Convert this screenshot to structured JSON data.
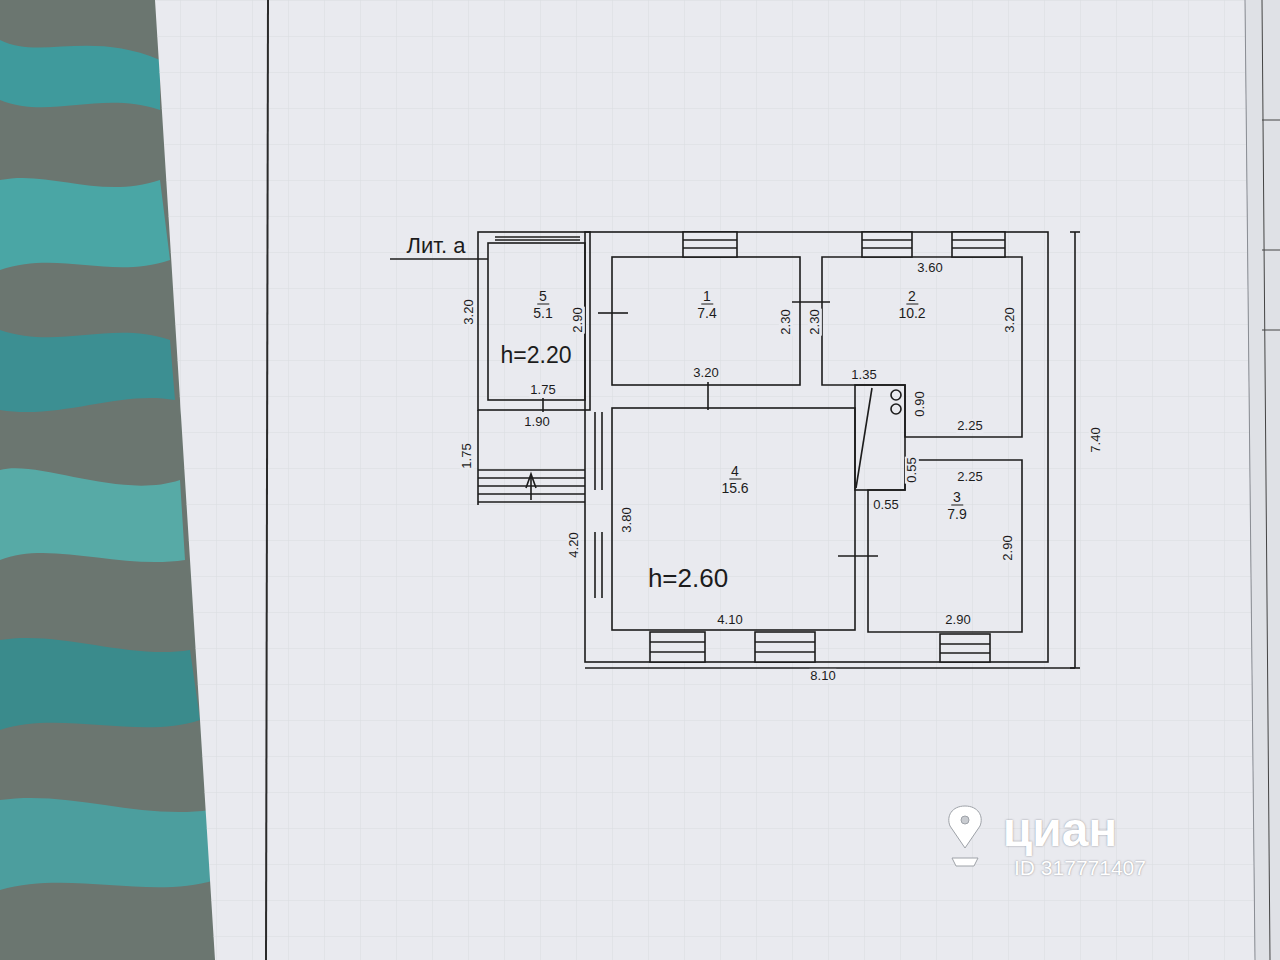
{
  "diagram": {
    "nodes": [
      {
        "text": [
          "5",
          "5.1"
        ]
      },
      {
        "text": [
          "1",
          "7.4"
        ]
      },
      {
        "text": [
          "2",
          "10.2"
        ]
      },
      {
        "text": [
          "4",
          "15.6"
        ]
      },
      {
        "text": [
          "3",
          "7.9"
        ]
      }
    ],
    "labels": [
      "Лит. а",
      "3.20",
      "h=2.20",
      "2.90",
      "1.75",
      "1.90",
      "1.75",
      "3.20",
      "2.30",
      "2.30",
      "3.60",
      "3.20",
      "1.35",
      "0.90",
      "2.25",
      "2.25",
      "0.55",
      "0.55",
      "2.90",
      "2.90",
      "3.80",
      "h=2.60",
      "4.10",
      "4.20",
      "8.10",
      "7.40",
      "циан",
      "ID 317771407"
    ]
  }
}
